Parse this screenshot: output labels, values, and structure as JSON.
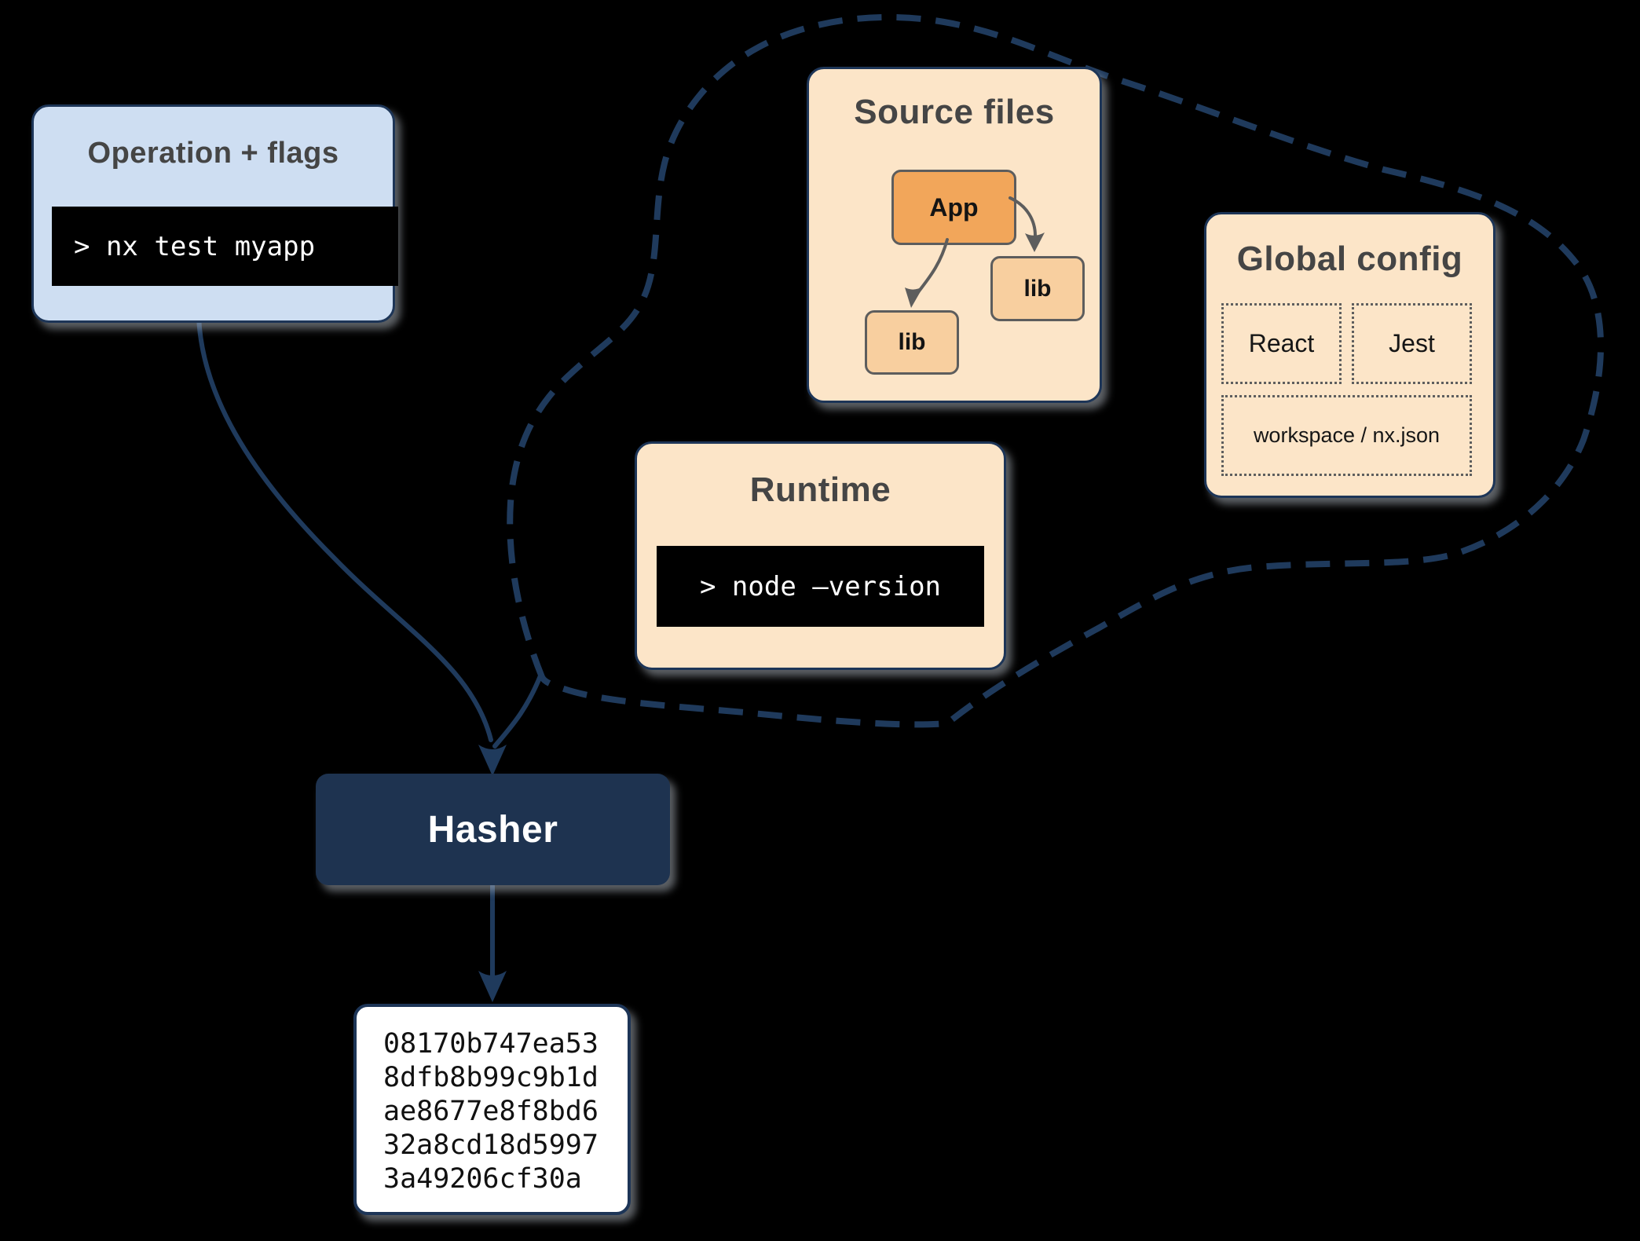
{
  "colors": {
    "background": "#000000",
    "accent_navy": "#1f3a5c",
    "panel_blue": "#cedef2",
    "panel_peach": "#fce5c8",
    "panel_border": "#1d3557",
    "node_orange": "#f2a65a",
    "node_light_orange": "#f8cf9f",
    "hasher_navy": "#1e3350",
    "terminal_bg": "#000000",
    "terminal_text": "#ffffff"
  },
  "operation_box": {
    "title": "Operation + flags",
    "command": "> nx test myapp"
  },
  "cloud_inputs": {
    "source_files": {
      "title": "Source files",
      "app_label": "App",
      "lib_labels": [
        "lib",
        "lib"
      ]
    },
    "runtime": {
      "title": "Runtime",
      "command": "> node –version"
    },
    "global_config": {
      "title": "Global config",
      "items": [
        "React",
        "Jest",
        "workspace / nx.json"
      ]
    }
  },
  "hasher": {
    "label": "Hasher"
  },
  "hash_output": {
    "lines": [
      "08170b747ea53",
      "8dfb8b99c9b1d",
      "ae8677e8f8bd6",
      "32a8cd18d5997",
      "3a49206cf30a"
    ]
  }
}
